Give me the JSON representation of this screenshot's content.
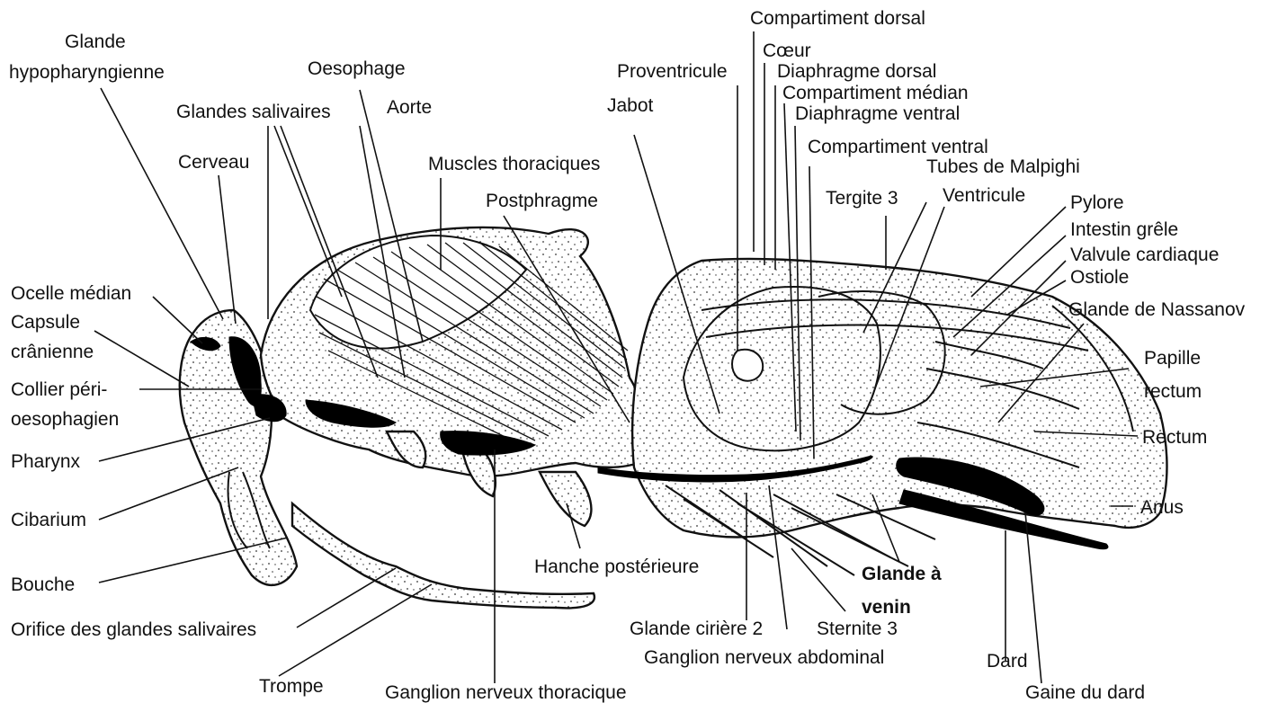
{
  "labels": {
    "glande_hypo_1": "Glande",
    "glande_hypo_2": "hypopharyngienne",
    "glandes_salivaires": "Glandes salivaires",
    "cerveau": "Cerveau",
    "oesophage": "Oesophage",
    "aorte": "Aorte",
    "muscles_thoraciques": "Muscles thoraciques",
    "postphragme": "Postphragme",
    "jabot": "Jabot",
    "proventricule": "Proventricule",
    "compartiment_dorsal": "Compartiment dorsal",
    "coeur": "Cœur",
    "diaphragme_dorsal": "Diaphragme dorsal",
    "compartiment_median": "Compartiment médian",
    "diaphragme_ventral": "Diaphragme ventral",
    "compartiment_ventral": "Compartiment ventral",
    "tubes_malpighi": "Tubes de Malpighi",
    "tergite_3": "Tergite 3",
    "ventricule": "Ventricule",
    "pylore": "Pylore",
    "intestin_grele": "Intestin grêle",
    "valvule_cardiaque": "Valvule cardiaque",
    "ostiole": "Ostiole",
    "glande_nassanov": "Glande de Nassanov",
    "papille_1": "Papille",
    "papille_2": "rectum",
    "rectum": "Rectum",
    "anus": "Anus",
    "ocelle_median": "Ocelle médian",
    "capsule_1": "Capsule",
    "capsule_2": "crânienne",
    "collier_1": "Collier péri-",
    "collier_2": "oesophagien",
    "pharynx": "Pharynx",
    "cibarium": "Cibarium",
    "bouche": "Bouche",
    "orifice": "Orifice des glandes salivaires",
    "trompe": "Trompe",
    "ganglion_thoracique": "Ganglion nerveux thoracique",
    "hanche": "Hanche postérieure",
    "glande_ciriere": "Glande cirière 2",
    "ganglion_abdominal": "Ganglion nerveux abdominal",
    "sternite_3": "Sternite 3",
    "glande_venin_1": "Glande à",
    "glande_venin_2": "venin",
    "dard": "Dard",
    "gaine_dard": "Gaine du dard"
  }
}
